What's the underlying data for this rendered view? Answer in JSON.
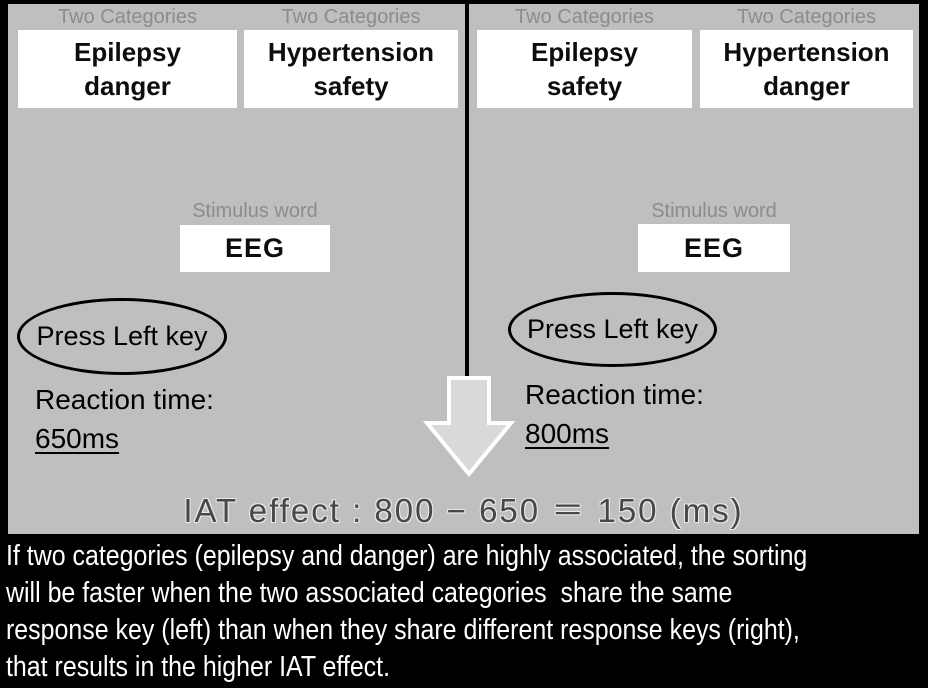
{
  "palette": {
    "figure_bg": "#000000",
    "panel_bg": "#bfbfbf",
    "box_bg": "#ffffff",
    "label_gray": "#8c8c8c",
    "text_black": "#0d0d0d",
    "arrow_fill": "#d9d9d9",
    "arrow_stroke": "#ffffff",
    "caption_text": "#ffffff"
  },
  "panels": [
    {
      "side": "left",
      "category_label_1": "Two Categories",
      "category_label_2": "Two Categories",
      "category_box_1": {
        "line1": "Epilepsy",
        "line2": "danger"
      },
      "category_box_2": {
        "line1": "Hypertension",
        "line2": "safety"
      },
      "stimulus_label": "Stimulus word",
      "stimulus_word": "EEG",
      "key_instruction": "Press Left key",
      "reaction_label": "Reaction time:",
      "reaction_value": "650ms"
    },
    {
      "side": "right",
      "category_label_1": "Two Categories",
      "category_label_2": "Two Categories",
      "category_box_1": {
        "line1": "Epilepsy",
        "line2": "safety"
      },
      "category_box_2": {
        "line1": "Hypertension",
        "line2": "danger"
      },
      "stimulus_label": "Stimulus word",
      "stimulus_word": "EEG",
      "key_instruction": "Press Left key",
      "reaction_label": "Reaction time:",
      "reaction_value": "800ms"
    }
  ],
  "iat_formula": "IAT effect : 800 − 650 ＝ 150 (ms)",
  "caption": {
    "lines": [
      "If two categories (epilepsy and danger) are highly associated, the sorting",
      "will be faster when the two associated categories  share the same",
      "response key (left) than when they share different response keys (right),",
      "that results in the higher IAT effect."
    ]
  }
}
